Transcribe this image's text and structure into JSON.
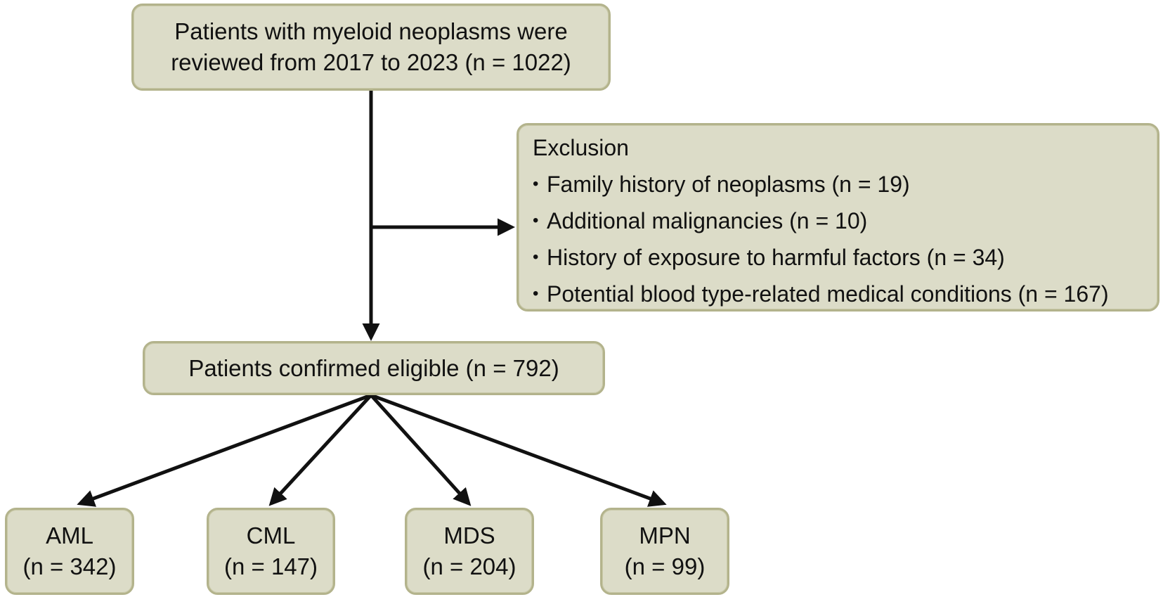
{
  "flowchart": {
    "top_box": {
      "line1": "Patients with myeloid neoplasms were",
      "line2": "reviewed from 2017 to 2023 (n = 1022)"
    },
    "exclusion": {
      "title": "Exclusion",
      "items": [
        "Family history of neoplasms (n = 19)",
        "Additional malignancies (n = 10)",
        "History of exposure to harmful factors (n = 34)",
        "Potential blood type-related medical conditions (n = 167)"
      ]
    },
    "eligible": {
      "text": "Patients confirmed eligible (n = 792)"
    },
    "subgroups": [
      {
        "name": "AML",
        "count": "(n = 342)"
      },
      {
        "name": "CML",
        "count": "(n = 147)"
      },
      {
        "name": "MDS",
        "count": "(n = 204)"
      },
      {
        "name": "MPN",
        "count": "(n = 99)"
      }
    ]
  },
  "colors": {
    "box_fill": "#dcdcc8",
    "box_border": "#b3b38c",
    "arrow": "#111111"
  }
}
